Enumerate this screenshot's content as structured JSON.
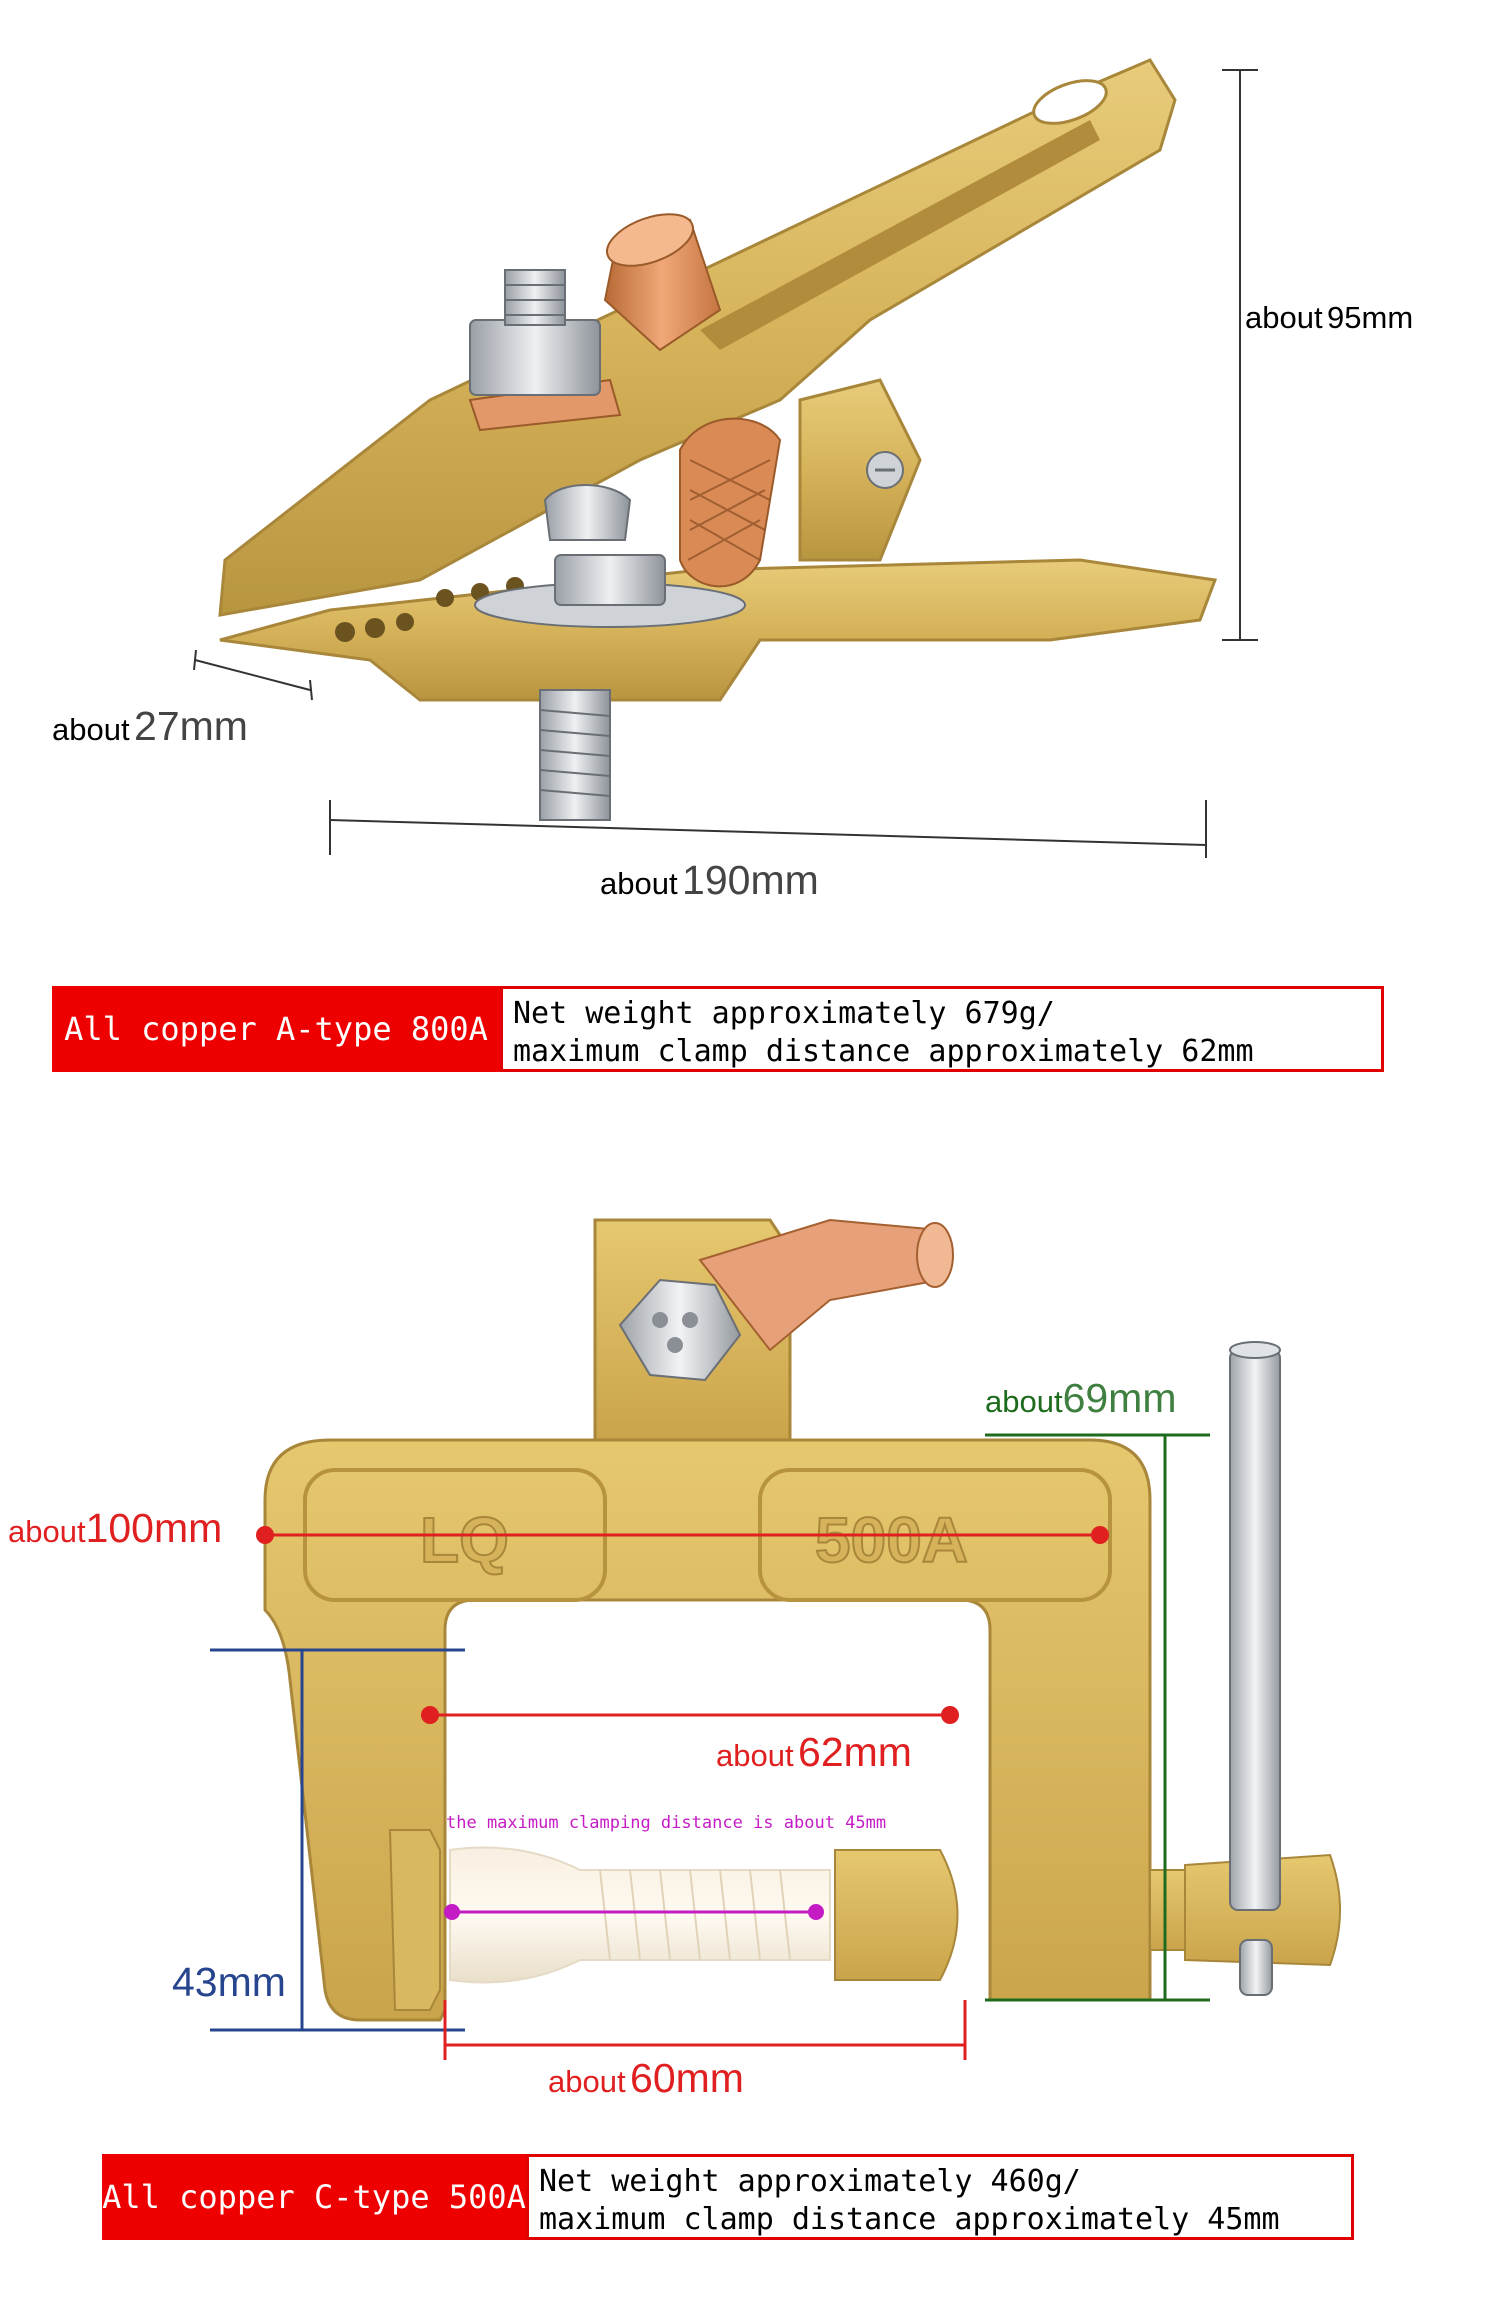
{
  "clamp_a": {
    "dims": {
      "height": {
        "prefix": "about",
        "value": "95mm"
      },
      "width": {
        "prefix": "about",
        "value": "27mm"
      },
      "length": {
        "prefix": "about",
        "value": "190mm"
      }
    },
    "label": {
      "name": "All copper A-type 800A",
      "line1": "Net weight approximately 679g/",
      "line2": "maximum clamp distance approximately 62mm"
    }
  },
  "clamp_c": {
    "stamp_left": "LQ",
    "stamp_right": "500A",
    "dims": {
      "height": {
        "prefix": "about",
        "value": "69mm"
      },
      "width": {
        "prefix": "about",
        "value": "100mm"
      },
      "inner": {
        "prefix": "about",
        "value": "62mm"
      },
      "clamp_note": "the maximum clamping distance is about 45mm",
      "jaw": {
        "value": "43mm"
      },
      "bottom": {
        "prefix": "about",
        "value": "60mm"
      }
    },
    "label": {
      "name": "All copper C-type 500A",
      "line1": "Net weight approximately 460g/",
      "line2": "maximum clamp distance approximately 45mm"
    }
  },
  "colors": {
    "brass": "#d6b35a",
    "brass_dark": "#a9873a",
    "copper": "#d98a55",
    "red": "#ee0000",
    "green": "#1e6b1e",
    "blue": "#27458f",
    "magenta": "#c51bc5"
  }
}
